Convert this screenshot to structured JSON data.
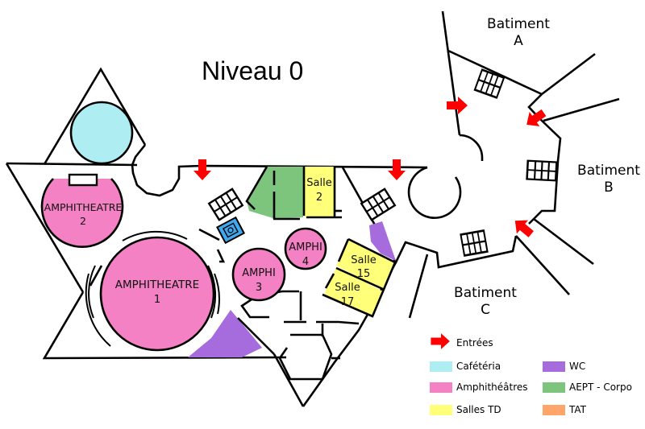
{
  "title": "Niveau 0",
  "buildings": {
    "a": {
      "line1": "Batiment",
      "line2": "A"
    },
    "b": {
      "line1": "Batiment",
      "line2": "B"
    },
    "c": {
      "line1": "Batiment",
      "line2": "C"
    }
  },
  "rooms": {
    "amphi1": {
      "line1": "AMPHITHEATRE",
      "line2": "1"
    },
    "amphi2": {
      "line1": "AMPHITHEATRE",
      "line2": "2"
    },
    "amphi3": {
      "line1": "AMPHI",
      "line2": "3"
    },
    "amphi4": {
      "line1": "AMPHI",
      "line2": "4"
    },
    "salle2": {
      "line1": "Salle",
      "line2": "2"
    },
    "salle15": {
      "line1": "Salle",
      "line2": "15"
    },
    "salle17": {
      "line1": "Salle",
      "line2": "17"
    }
  },
  "icons": {
    "entrance": "red-arrow",
    "stairs": "stairs-icon",
    "elevator": "accessible-elevator-icon"
  },
  "legend": {
    "entrees": {
      "label": "Entrées",
      "color": "#ff0000"
    },
    "cafeteria": {
      "label": "Cafétéria",
      "color": "#aeeef3"
    },
    "amphitheatres": {
      "label": "Amphithéâtres",
      "color": "#f381c3"
    },
    "salles_td": {
      "label": "Salles TD",
      "color": "#ffff7a"
    },
    "wc": {
      "label": "WC",
      "color": "#a66bdc"
    },
    "aept": {
      "label": "AEPT - Corpo",
      "color": "#7dc47d"
    },
    "tat": {
      "label": "TAT",
      "color": "#ffa56a"
    }
  }
}
